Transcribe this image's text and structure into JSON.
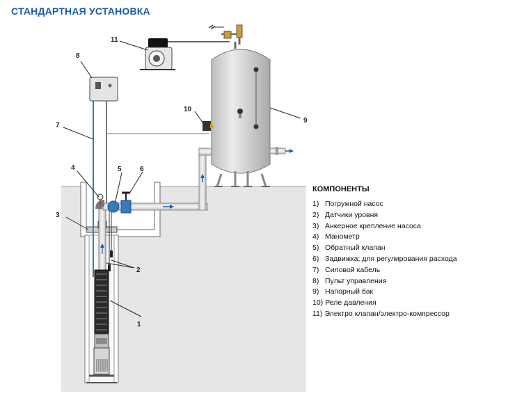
{
  "title": "СТАНДАРТНАЯ УСТАНОВКА",
  "callouts": [
    "1",
    "2",
    "3",
    "4",
    "5",
    "6",
    "7",
    "8",
    "9",
    "10",
    "11"
  ],
  "legend": {
    "heading": "КОМПОНЕНТЫ",
    "items": [
      {
        "num": "1)",
        "label": "Погружной насос"
      },
      {
        "num": "2)",
        "label": "Датчики уровня"
      },
      {
        "num": "3)",
        "label": "Анкерное крепление насоса"
      },
      {
        "num": "4)",
        "label": "Манометр"
      },
      {
        "num": "5)",
        "label": "Обратный клапан"
      },
      {
        "num": "6)",
        "label": "Задвижка; для регулирования расхода"
      },
      {
        "num": "7)",
        "label": "Силовой кабель"
      },
      {
        "num": "8)",
        "label": "Пульт управления"
      },
      {
        "num": "9)",
        "label": "Напорный бак"
      },
      {
        "num": "10)",
        "label": "Реле давления"
      },
      {
        "num": "11)",
        "label": "Электро клапан/электро-компрессор"
      }
    ]
  },
  "colors": {
    "title": "#1c5aa6",
    "ground": "#e6e6e6",
    "pipe": "#e3e3e3",
    "tank": "#d8d8d8",
    "flow_arrow": "#1c5aa6",
    "cable": "#3a78c0"
  }
}
